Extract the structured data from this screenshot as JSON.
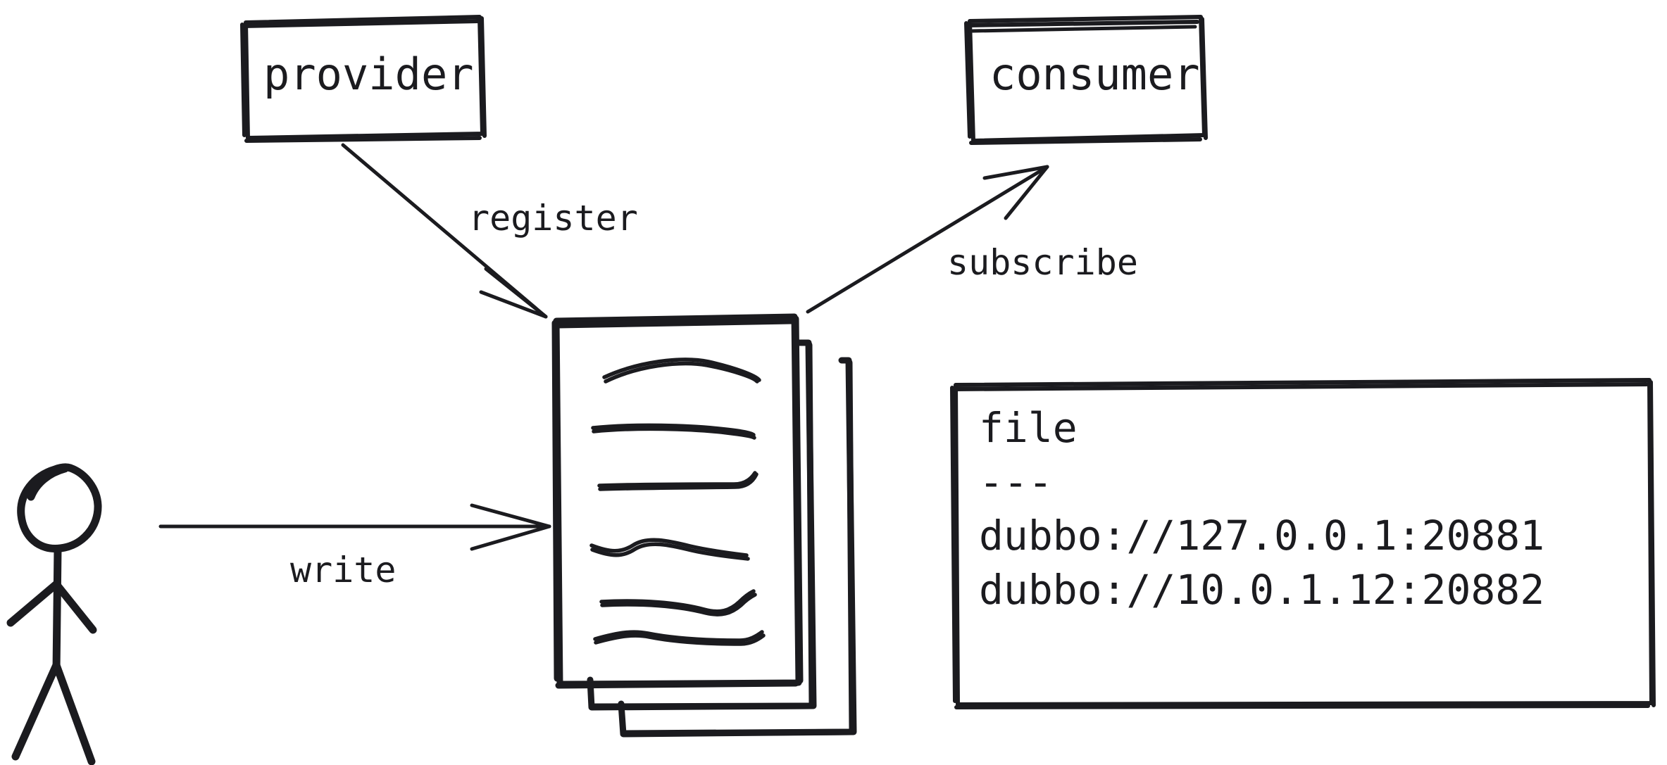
{
  "diagram": {
    "title": "dubbo file registry diagram",
    "background_color": "#ffffff",
    "stroke_color": "#1b1b1f",
    "style": "hand-drawn-sketch"
  },
  "nodes": {
    "provider": {
      "label": "provider",
      "shape": "rectangle"
    },
    "consumer": {
      "label": "consumer",
      "shape": "rectangle"
    },
    "file_store": {
      "label": "document-stack",
      "shape": "document-stack",
      "sheet_count": 3,
      "text_line_count": 6
    },
    "actor": {
      "label": "stick-figure-user",
      "shape": "stick-figure"
    },
    "file_box": {
      "shape": "rectangle",
      "lines": [
        "file",
        "---",
        "dubbo://127.0.0.1:20881",
        "dubbo://10.0.1.12:20882"
      ]
    }
  },
  "edges": [
    {
      "name": "register",
      "label": "register",
      "from": "provider",
      "to": "file_store",
      "direction": "down-right"
    },
    {
      "name": "subscribe",
      "label": "subscribe",
      "from": "file_store",
      "to": "consumer",
      "direction": "up-right"
    },
    {
      "name": "write",
      "label": "write",
      "from": "actor",
      "to": "file_store",
      "direction": "right"
    }
  ]
}
